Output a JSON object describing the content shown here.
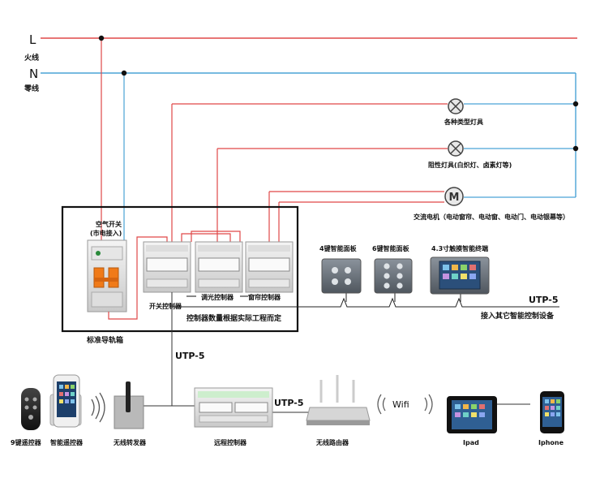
{
  "power": {
    "live_letter": "L",
    "live_label": "火线",
    "neutral_letter": "N",
    "neutral_label": "零线"
  },
  "loads": {
    "lamps_label": "各种类型灯具",
    "resistive_label": "阻性灯具(白炽灯、卤素灯等)",
    "motor_symbol": "M",
    "motor_label": "交流电机（电动窗帘、电动窗、电动门、电动银幕等）"
  },
  "cabinet": {
    "breaker_label_1": "空气开关",
    "breaker_label_2": "(市电接入)",
    "switch_controller": "开关控制器",
    "dimmer_controller": "调光控制器",
    "curtain_controller": "窗帘控制器",
    "note": "控制器数量根据实际工程而定",
    "title": "标准导轨箱"
  },
  "panels": {
    "panel4": "4键智能面板",
    "panel6": "6键智能面板",
    "touch": "4.3寸触摸智能终端",
    "utp_right": "UTP-5",
    "other_devices": "接入其它智能控制设备"
  },
  "bottom": {
    "utp_vertical": "UTP-5",
    "remote9": "9键遥控器",
    "smart_remote": "智能遥控器",
    "repeater": "无线转发器",
    "remote_controller": "远程控制器",
    "utp_router": "UTP-5",
    "router": "无线路由器",
    "wifi": "Wifi",
    "ipad": "Ipad",
    "iphone": "Iphone"
  },
  "colors": {
    "live": "#e04848",
    "neutral": "#4aa3d6",
    "black": "#111111"
  }
}
